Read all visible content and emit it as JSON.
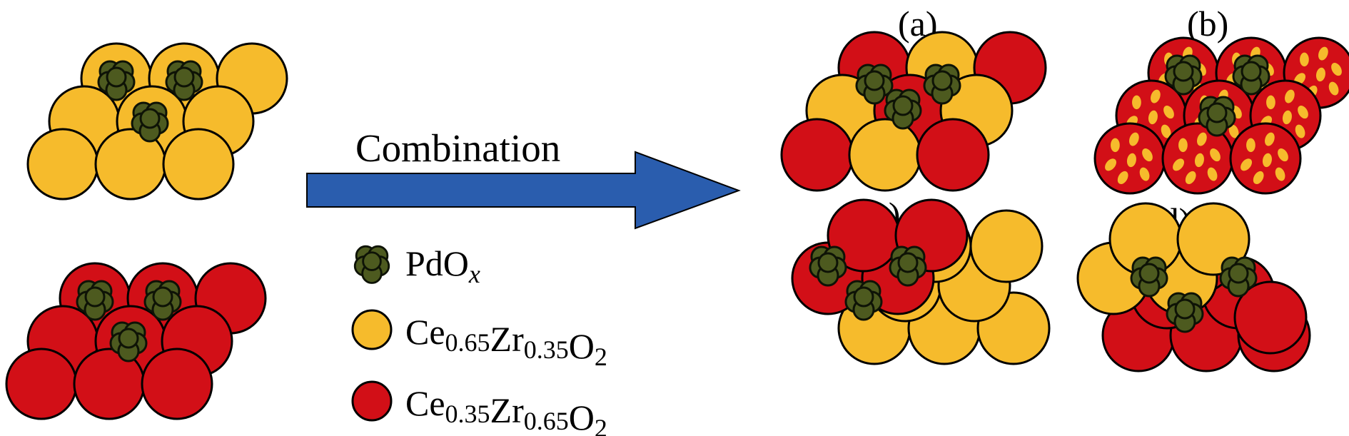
{
  "colors": {
    "yellow": "#F6BB2C",
    "red": "#D20F17",
    "pd_fill": "#4D5A1F",
    "pd_stroke": "#0E1306",
    "arrow": "#2A5DAE",
    "outline": "#000000"
  },
  "arrow_label": "Combination",
  "panels": [
    {
      "id": "a",
      "label": "(a)"
    },
    {
      "id": "b",
      "label": "(b)"
    },
    {
      "id": "c",
      "label": "(c)"
    },
    {
      "id": "d",
      "label": "(d)"
    }
  ],
  "legend": [
    {
      "icon": "pdox-cluster-icon",
      "text": "PdO",
      "sub": "x",
      "sub_style": "italic"
    },
    {
      "icon": "yellow-sphere-icon",
      "text": "Ce0.65Zr0.35O2",
      "parts": [
        {
          "t": "Ce",
          "s": "0.65"
        },
        {
          "t": "Zr",
          "s": "0.35"
        },
        {
          "t": "O",
          "s": "2"
        }
      ]
    },
    {
      "icon": "red-sphere-icon",
      "text": "Ce0.35Zr0.65O2",
      "parts": [
        {
          "t": "Ce",
          "s": "0.35"
        },
        {
          "t": "Zr",
          "s": "0.65"
        },
        {
          "t": "O",
          "s": "2"
        }
      ]
    }
  ]
}
